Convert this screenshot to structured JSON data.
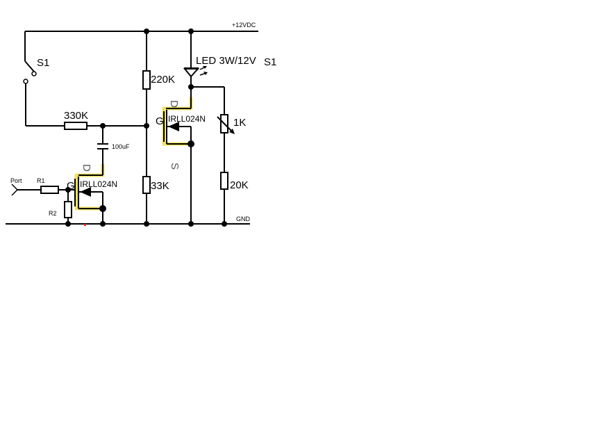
{
  "rails": {
    "supply": "+12VDC",
    "ground": "GND"
  },
  "switch": {
    "label": "S1"
  },
  "led": {
    "label": "LED 3W/12V",
    "extra_label": "S1"
  },
  "resistors": {
    "r_330k": "330K",
    "r_220k": "220K",
    "r_33k": "33K",
    "r_1k": "1K",
    "r_20k": "20K",
    "r1": "R1",
    "r2": "R2"
  },
  "capacitor": {
    "label": "100uF"
  },
  "input": {
    "label": "Port"
  },
  "mosfet_left": {
    "part": "IRLL024N",
    "gate": "G",
    "drain": "D"
  },
  "mosfet_right": {
    "part": "IRLL024N",
    "gate": "G",
    "drain": "D",
    "source": "S"
  }
}
